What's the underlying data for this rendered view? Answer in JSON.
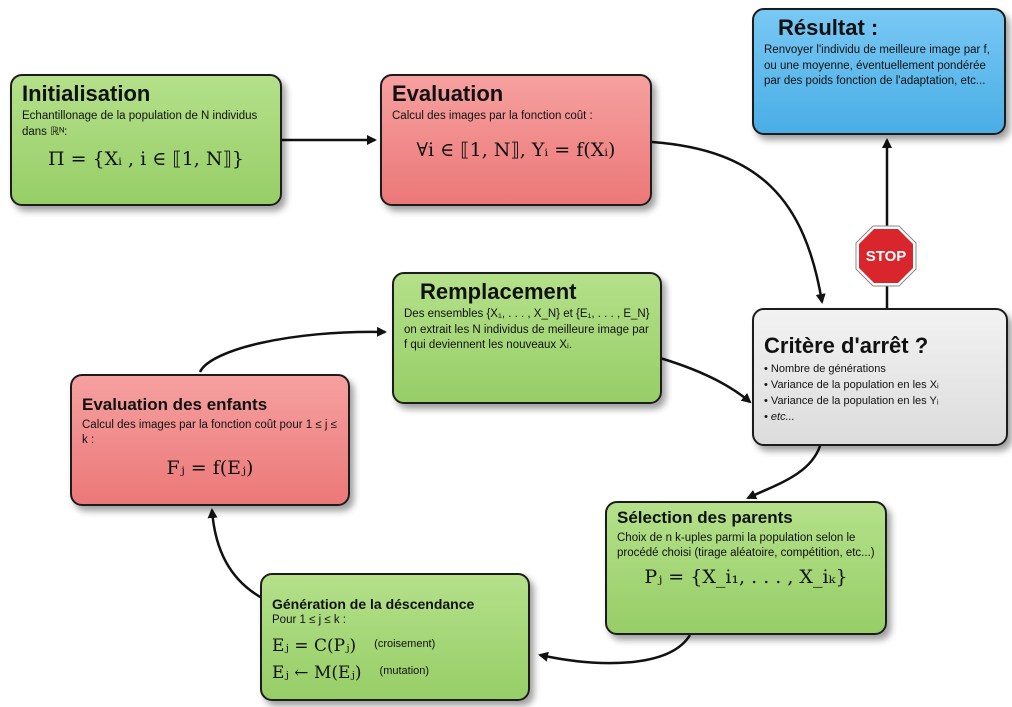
{
  "init": {
    "title": "Initialisation",
    "desc": "Echantillonage de la population de N individus dans ℝᴺ:",
    "formula": "Π = {Xᵢ , i ∈ ⟦1, N⟧}"
  },
  "evaluation": {
    "title": "Evaluation",
    "desc": "Calcul des images par la fonction coût :",
    "formula": "∀i ∈ ⟦1, N⟧,  Yᵢ = f(Xᵢ)"
  },
  "resultat": {
    "title": "Résultat :",
    "desc": "Renvoyer l'individu de meilleure image par f, ou une moyenne, éventuellement pondérée par des poids fonction de l'adaptation, etc..."
  },
  "stop": {
    "label": "STOP",
    "color": "#d9262c"
  },
  "remplacement": {
    "title": "Remplacement",
    "desc": "Des ensembles {X₁, . . . , X_N} et {E₁, . . . , E_N} on extrait les N individus de meilleure image par f qui deviennent les nouveaux Xᵢ."
  },
  "critere": {
    "title": "Critère d'arrêt ?",
    "items": [
      "Nombre de générations",
      "Variance de la population en les Xᵢ",
      "Variance de la population en les Yᵢ",
      "etc..."
    ]
  },
  "eval_enfants": {
    "title": "Evaluation des enfants",
    "desc": "Calcul des images par la fonction coût pour 1 ≤ j ≤ k :",
    "formula": "Fⱼ = f(Eⱼ)"
  },
  "selection": {
    "title": "Sélection des parents",
    "desc": "Choix de n k-uples parmi la population selon le procédé choisi (tirage aléatoire, compétition, etc...)",
    "formula": "Pⱼ = {X_i₁, . . . , X_iₖ}"
  },
  "generation": {
    "title": "Génération de la déscendance",
    "desc": "Pour 1 ≤ j ≤ k :",
    "formula1": "Eⱼ = C(Pⱼ)",
    "tag1": "(croisement)",
    "formula2": "Eⱼ ← M(Eⱼ)",
    "tag2": "(mutation)"
  },
  "colors": {
    "green": "#9fd272",
    "red": "#ef8080",
    "blue": "#55b4e8",
    "gray": "#e6e6e6"
  }
}
